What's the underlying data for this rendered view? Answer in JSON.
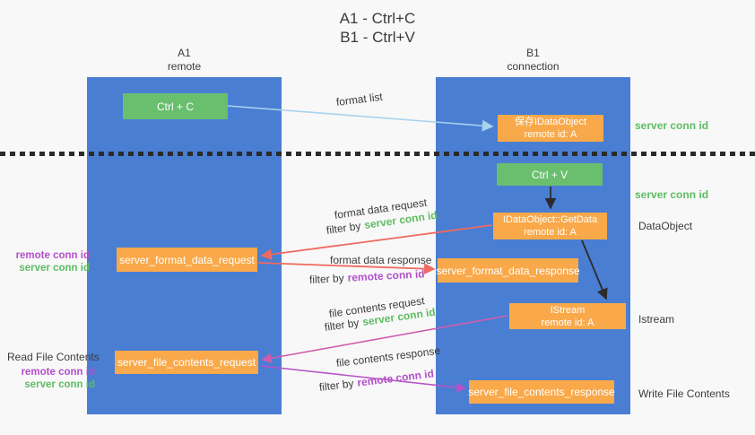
{
  "title": {
    "line1": "A1 - Ctrl+C",
    "line2": "B1 - Ctrl+V"
  },
  "columns": {
    "a1": {
      "name": "A1",
      "subtitle": "remote"
    },
    "b1": {
      "name": "B1",
      "subtitle": "connection"
    }
  },
  "nodes": {
    "ctrl_c": {
      "label": "Ctrl + C"
    },
    "save_dataobject": {
      "line1": "保存IDataObject",
      "line2": "remote id: A"
    },
    "ctrl_v": {
      "label": "Ctrl + V"
    },
    "getdata": {
      "line1": "IDataObject::GetData",
      "line2": "remote id: A"
    },
    "format_request": {
      "label": "server_format_data_request"
    },
    "format_response": {
      "label": "server_format_data_response"
    },
    "istream": {
      "line1": "IStream",
      "line2": "remote id: A"
    },
    "file_request": {
      "label": "server_file_contents_request"
    },
    "file_response": {
      "label": "server_file_contents_response"
    }
  },
  "flow_labels": {
    "format_list": "format list",
    "format_data_request": "format data request",
    "format_data_response": "format data response",
    "file_contents_request": "file contents request",
    "file_contents_response": "file contents response",
    "filter_by": "filter by",
    "server_conn_id": "server conn id",
    "remote_conn_id": "remote conn id"
  },
  "annotations": {
    "left_format_remote": "remote conn id",
    "left_format_server": "server conn id",
    "read_file_contents": "Read File Contents",
    "left_file_remote": "remote conn id",
    "left_file_server": "server conn id",
    "right_server_conn_top": "server conn id",
    "right_server_conn_mid": "server conn id",
    "dataobject": "DataObject",
    "istream": "Istream",
    "write_file_contents": "Write File Contents"
  },
  "colors": {
    "column_blue": "#4a7ed2",
    "node_green": "#6abf6f",
    "node_orange": "#f9a94a",
    "arrow_light_blue": "#a8d2ee",
    "arrow_red": "#ef6a60",
    "arrow_black": "#2b2b2b",
    "arrow_pink": "#d15cae",
    "arrow_purple": "#b554c6",
    "text_green": "#5dbd62",
    "text_purple": "#b150c9"
  }
}
